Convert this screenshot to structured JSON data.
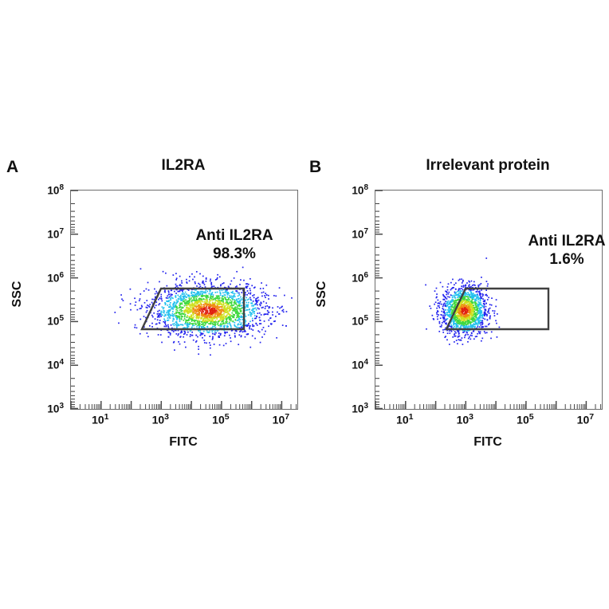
{
  "figure": {
    "background": "#ffffff",
    "panel_count": 2
  },
  "panels": [
    {
      "letter": "A",
      "title": "IL2RA",
      "gate_label_line1": "Anti IL2RA",
      "gate_label_line2": "98.3%",
      "gate_percent": 98.3,
      "xlabel": "FITC",
      "ylabel": "SSC"
    },
    {
      "letter": "B",
      "title": "Irrelevant protein",
      "gate_label_line1": "Anti IL2RA",
      "gate_label_line2": "1.6%",
      "gate_percent": 1.6,
      "xlabel": "FITC",
      "ylabel": "SSC"
    }
  ],
  "axes": {
    "y_tick_labels": [
      "10⁸",
      "10⁷",
      "10⁶",
      "10⁵",
      "10⁴",
      "10³"
    ],
    "y_tick_mantissa": "10",
    "y_tick_exponents": [
      "8",
      "7",
      "6",
      "5",
      "4",
      "3"
    ],
    "x_tick_exponents": [
      "1",
      "3",
      "5",
      "7"
    ],
    "x_tick_mantissa": "10"
  },
  "chart_data": {
    "type": "scatter",
    "title": "Flow cytometry binding of anti-IL2RA antibody",
    "xlabel": "FITC",
    "ylabel": "SSC",
    "xscale": "log",
    "yscale": "log",
    "xlim": [
      1,
      31622776
    ],
    "ylim": [
      1000,
      100000000
    ],
    "x_ticks_labeled": [
      10,
      1000,
      100000,
      10000000
    ],
    "y_ticks_labeled": [
      1000,
      10000,
      100000,
      1000000,
      10000000,
      100000000
    ],
    "grid": false,
    "legend": null,
    "density_colors": [
      "#2222ee",
      "#22c0ee",
      "#3fd83f",
      "#cfe020",
      "#f08a12",
      "#e02010"
    ],
    "gate": {
      "shape": "polygon",
      "vertices_log10": [
        [
          3.05,
          4.7
        ],
        [
          3.55,
          5.75
        ],
        [
          5.5,
          5.75
        ],
        [
          5.5,
          4.7
        ]
      ],
      "label": "Anti IL2RA"
    },
    "series": [
      {
        "name": "IL2RA (panel A)",
        "panel": "A",
        "percent_in_gate": 98.3,
        "cluster_center_log10": [
          4.55,
          5.25
        ],
        "cluster_spread_log10": [
          0.95,
          0.3
        ],
        "n_points_approx": 2200
      },
      {
        "name": "Irrelevant protein (panel B)",
        "panel": "B",
        "percent_in_gate": 1.6,
        "cluster_center_log10": [
          2.95,
          5.25
        ],
        "cluster_spread_log10": [
          0.38,
          0.28
        ],
        "n_points_approx": 1500
      }
    ]
  }
}
